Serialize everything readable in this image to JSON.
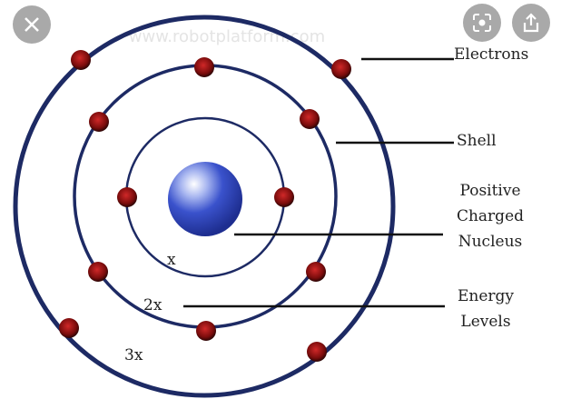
{
  "watermark": "www.robotplatform.com",
  "labels": {
    "electrons": "Electrons",
    "shell": "Shell",
    "nucleus_line1": "Positive",
    "nucleus_line2": "Charged",
    "nucleus_line3": "Nucleus",
    "energy_line1": "Energy",
    "energy_line2": "Levels"
  },
  "shell_labels": {
    "inner": "x",
    "middle": "2x",
    "outer": "3x"
  },
  "overlay": {
    "close": "close-icon",
    "lens": "lens-icon",
    "share": "share-icon"
  },
  "colors": {
    "orbit": "#1d2a64",
    "electron": "#8a1010",
    "nucleus": "#3b53c8"
  }
}
